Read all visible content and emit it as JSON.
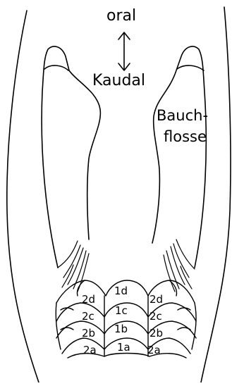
{
  "labels": {
    "top": "oral",
    "bottom": "Kaudal",
    "fin_line1": "Bauch-",
    "fin_line2": "flosse"
  },
  "scales": {
    "center": [
      "1d",
      "1c",
      "1b",
      "1a"
    ],
    "left": [
      "2d",
      "2c",
      "2b",
      "2a"
    ],
    "right": [
      "2d",
      "2c",
      "2b",
      "2a"
    ]
  }
}
